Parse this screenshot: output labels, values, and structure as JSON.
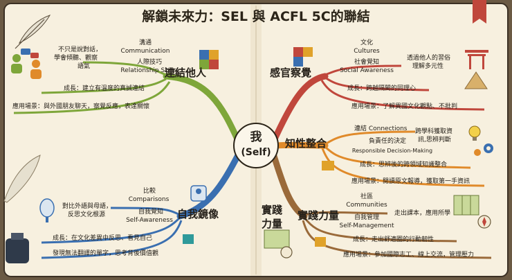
{
  "title": "解鎖未來力：SEL 與 ACFL 5C的聯結",
  "center": {
    "zh": "我",
    "en": "(Self)"
  },
  "colors": {
    "connect": "#7ea63a",
    "cultures": "#c0473c",
    "compare": "#3a6fb0",
    "comm": "#e08a2a",
    "community": "#9a6a3a",
    "paper": "#f7f0df"
  },
  "connect": {
    "cat": "連結他人",
    "comm_zh": "溝通",
    "comm_en": "Communication",
    "comm_desc1": "不只是說對話，",
    "comm_desc2": "學會傾聽、觀察",
    "comm_desc3": "語氣",
    "rel_zh": "人際技巧",
    "rel_en": "Relationship Skills",
    "growth": "成長：建立有溫度的真誠連結",
    "apply": "應用場景：與外國朋友聊天，察覺反應，表達關懷"
  },
  "cultures": {
    "cat": "感官察覺",
    "cul_zh": "文化",
    "cul_en": "Cultures",
    "sa_zh": "社會覺知",
    "sa_en": "Social Awareness",
    "desc1": "透過他人的習俗",
    "desc2": "理解多元性",
    "growth": "成長：跨越隔閡的同理心",
    "apply": "應用場景：了解異國文化觀點、不批判"
  },
  "connections": {
    "cat": "知性整合",
    "con_label": "連結 Connections",
    "rdm_zh": "負責任的決定",
    "rdm_en": "Responsible Decision-Making",
    "desc1": "跨學科獲取資",
    "desc2": "訊,思辨判斷",
    "growth": "成長：思辨後的跨領域知識整合",
    "apply": "應用場景：閱讀原文報導，獲取第一手資訊"
  },
  "compare": {
    "cat": "自我鏡像",
    "cmp_zh": "比較",
    "cmp_en": "Comparisons",
    "sa_zh": "自我覺知",
    "sa_en": "Self-Awareness",
    "desc1": "對比外語與母語，",
    "desc2": "反思文化根源",
    "growth": "成長：在文化差異中反思、看見自己",
    "apply": "發現無法翻譯的單字，思考背後價值觀"
  },
  "community": {
    "cat": "實踐力量",
    "side1": "實踐",
    "side2": "力量",
    "com_zh": "社區",
    "com_en": "Communities",
    "sm_zh": "自我管理",
    "sm_en": "Self-Management",
    "desc": "走出課本，應用所學",
    "growth": "成長：走出舒適圈的行動韌性",
    "apply": "應用場景：參加國際志工、線上交流，管理壓力"
  }
}
